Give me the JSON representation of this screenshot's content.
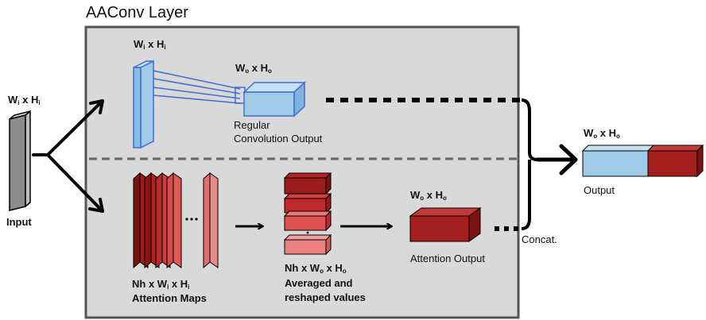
{
  "title": "AAConv Layer",
  "labels": {
    "input_dims": {
      "a": "W",
      "a_sub": "i",
      "mid": " x H",
      "b_sub": "i"
    },
    "input": "Input",
    "conv_in_dims": {
      "a": "W",
      "a_sub": "i",
      "mid": " x H",
      "b_sub": "i"
    },
    "conv_out_dims": {
      "a": "W",
      "a_sub": "o",
      "mid": " x H",
      "b_sub": "o"
    },
    "conv_output_line1": "Regular",
    "conv_output_line2": "Convolution Output",
    "attn_maps_dims": {
      "pre": "Nh x W",
      "a_sub": "i",
      "mid": " x H",
      "b_sub": "i"
    },
    "attn_maps": "Attention Maps",
    "values_dims": {
      "pre": "Nh x W",
      "a_sub": "o",
      "mid": " x H",
      "b_sub": "o"
    },
    "values_line1": "Averaged and",
    "values_line2": "reshaped values",
    "attn_out_dims": {
      "a": "W",
      "a_sub": "o",
      "mid": " x H",
      "b_sub": "o"
    },
    "attn_output": "Attention Output",
    "concat": "Concat.",
    "final_dims": {
      "a": "W",
      "a_sub": "o",
      "mid": " x H",
      "b_sub": "o"
    },
    "output": "Output"
  },
  "colors": {
    "panel_fill": "#d9d9d9",
    "panel_border": "#555555",
    "conv_blue": "#9fcbe8",
    "conv_blue_edge": "#3e6fcf",
    "dark_red": "#9b1c1c",
    "mid_red": "#c0292b",
    "light_red": "#e66a6a",
    "input_gray": "#8c8c8c"
  }
}
